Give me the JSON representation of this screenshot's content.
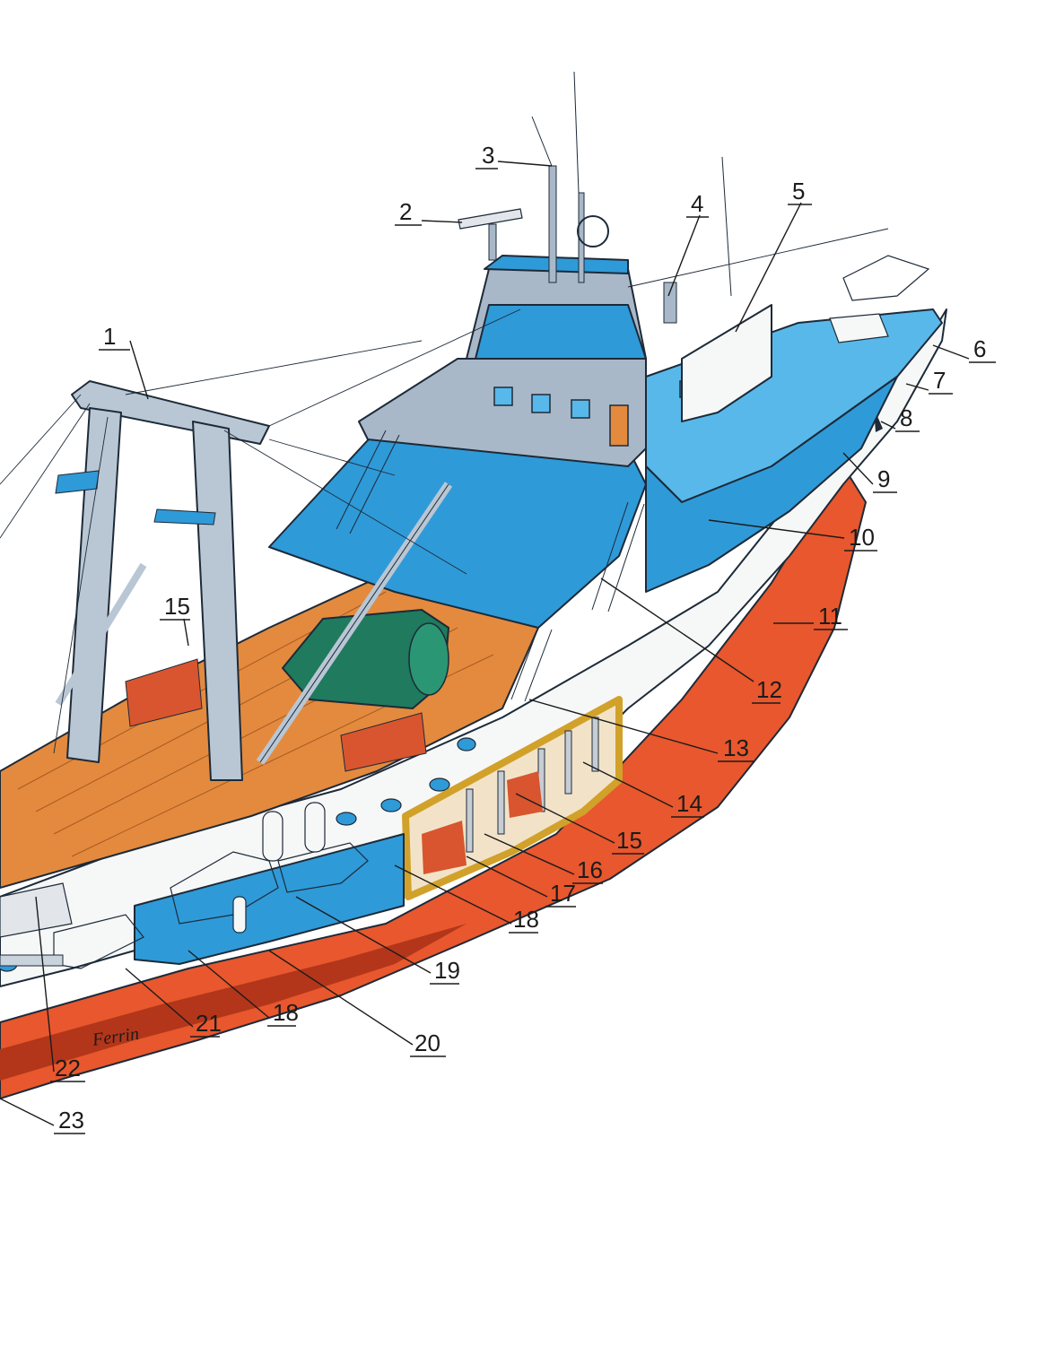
{
  "diagram": {
    "signature": "Ferrin",
    "colors": {
      "hull_red": "#e8572d",
      "hull_dark": "#b3361a",
      "hull_white": "#f6f7f7",
      "deck_blue": "#2f9ad8",
      "light_blue": "#58b8ea",
      "superstructure_grey": "#a9b8c8",
      "gantry_grey": "#b9c6d4",
      "winch_green": "#1f7a5e",
      "deck_wood": "#e38a3e",
      "engine_yellow": "#e9c93b",
      "ink": "#1b1b1b"
    },
    "callouts": [
      {
        "label": "1"
      },
      {
        "label": "2"
      },
      {
        "label": "3"
      },
      {
        "label": "4"
      },
      {
        "label": "5"
      },
      {
        "label": "6"
      },
      {
        "label": "7"
      },
      {
        "label": "8"
      },
      {
        "label": "9"
      },
      {
        "label": "10"
      },
      {
        "label": "11"
      },
      {
        "label": "12"
      },
      {
        "label": "13"
      },
      {
        "label": "14"
      },
      {
        "label": "15"
      },
      {
        "label": "16"
      },
      {
        "label": "17"
      },
      {
        "label": "18"
      },
      {
        "label": "19"
      },
      {
        "label": "20"
      },
      {
        "label": "21"
      },
      {
        "label": "18"
      },
      {
        "label": "22"
      },
      {
        "label": "23"
      },
      {
        "label": "15"
      }
    ]
  }
}
